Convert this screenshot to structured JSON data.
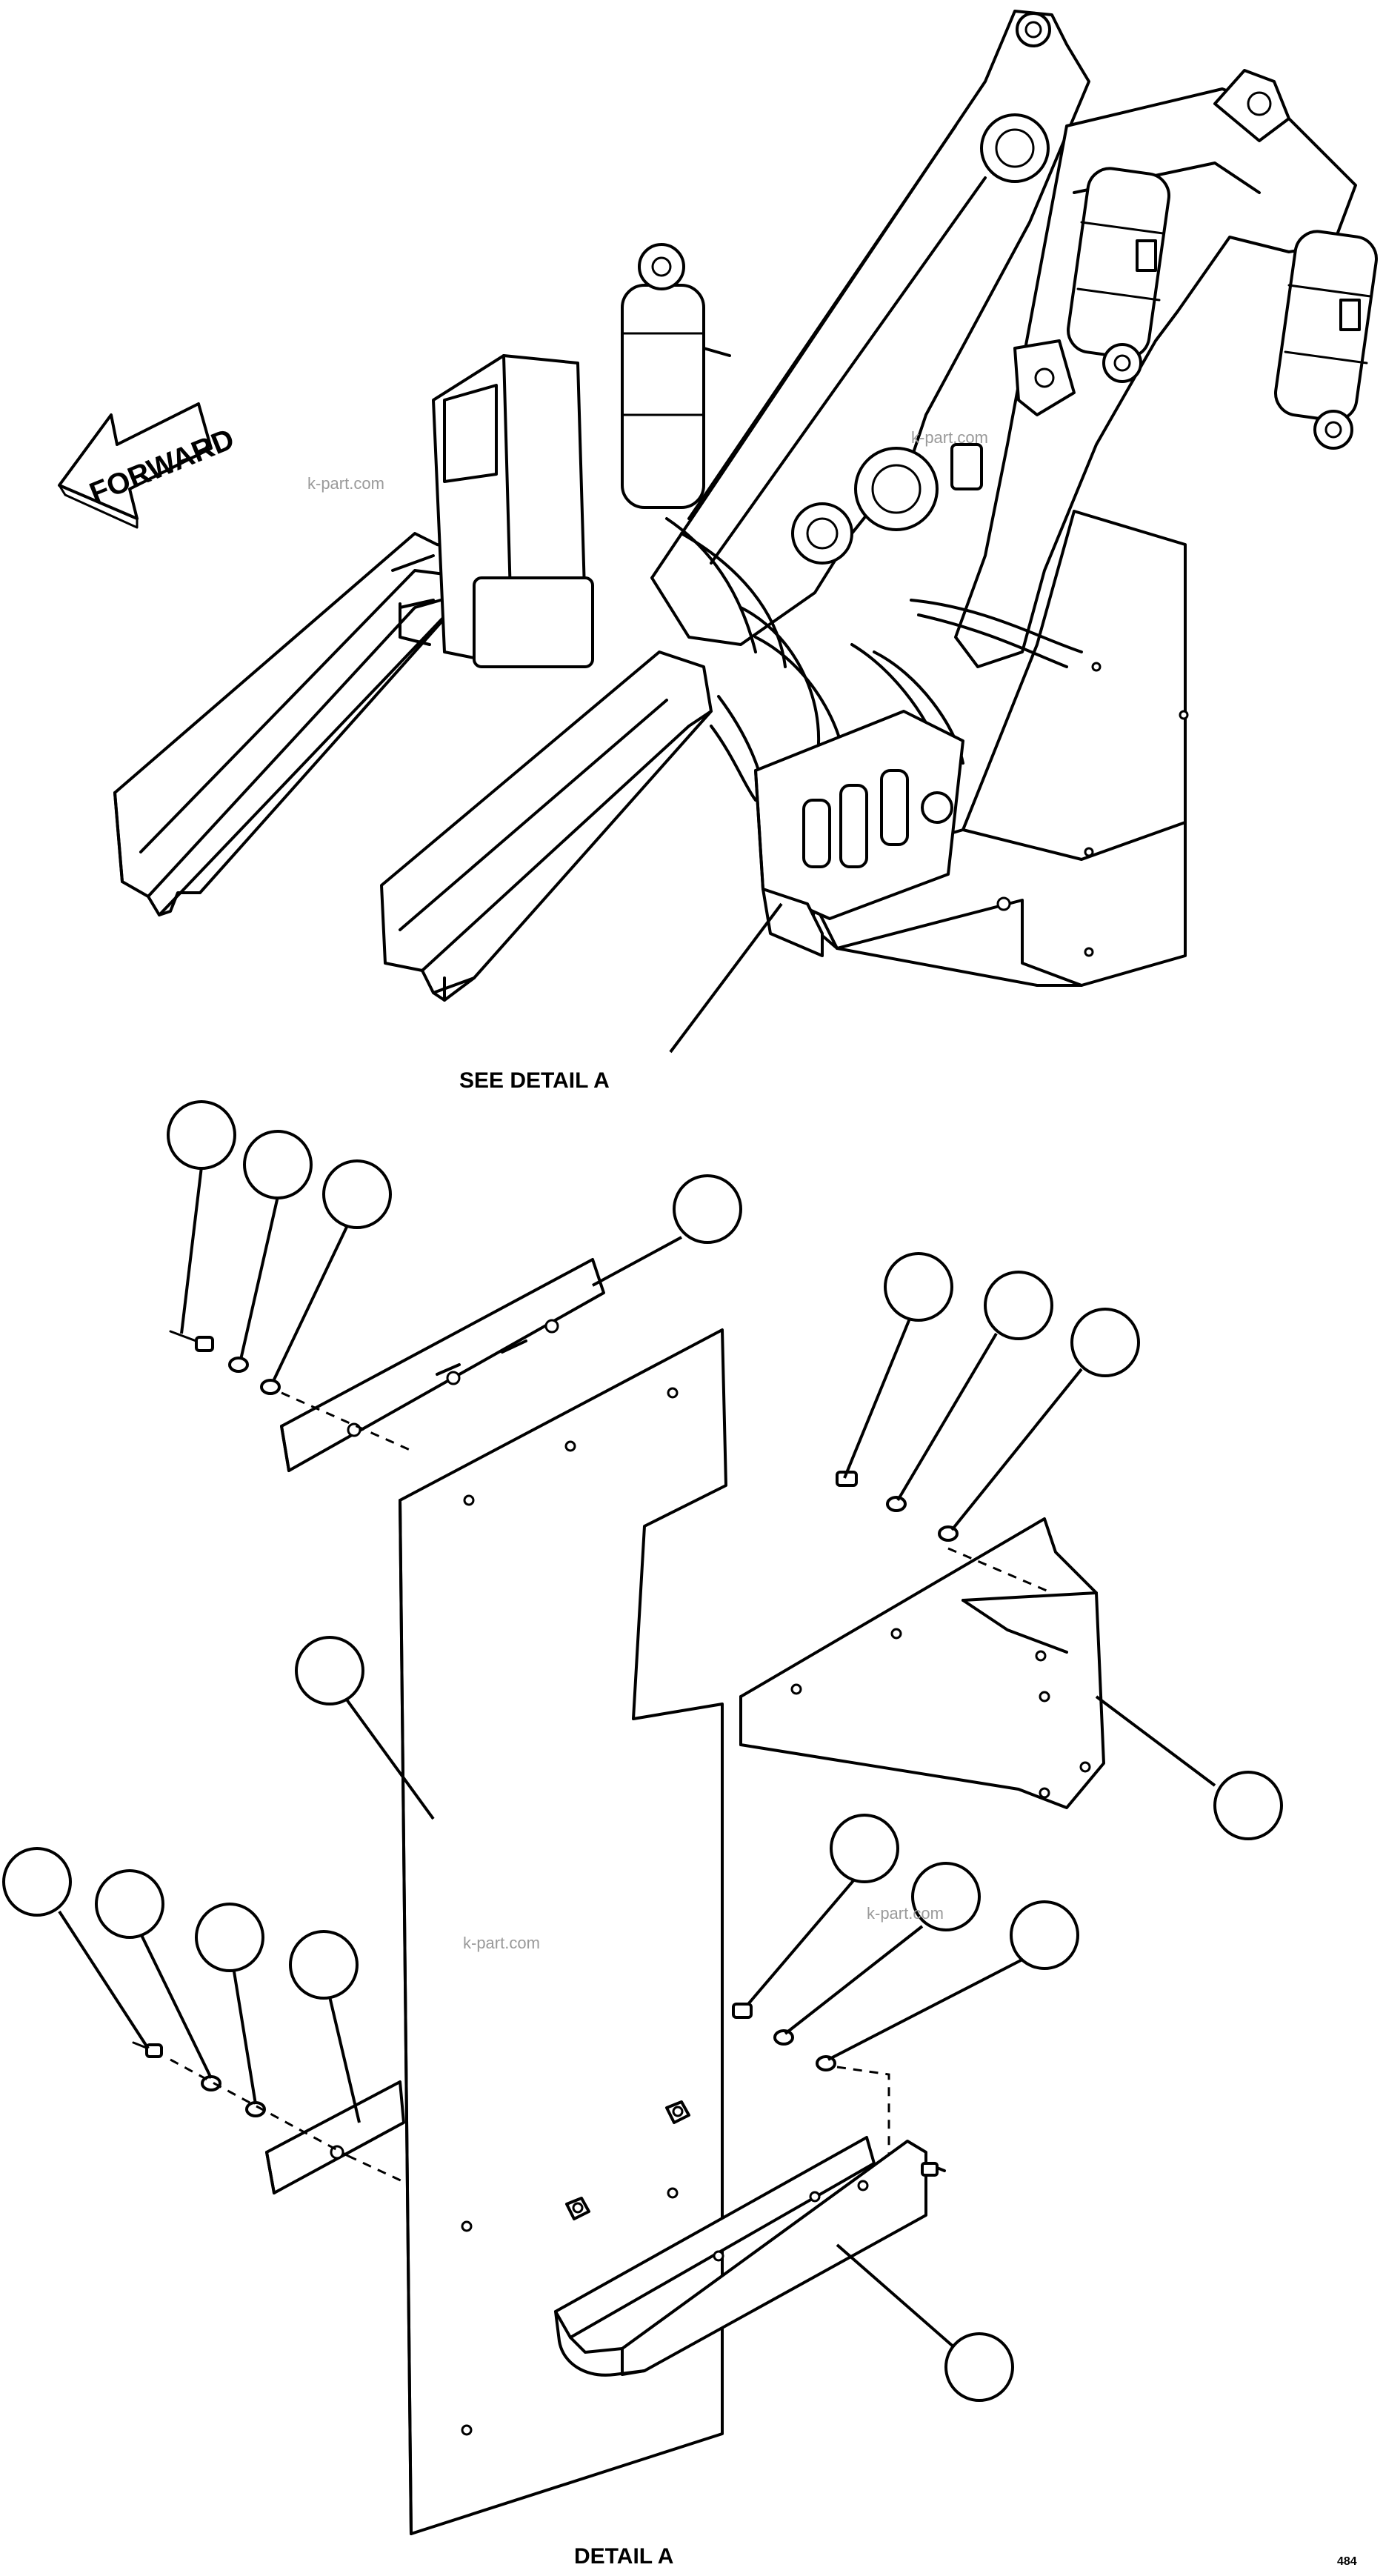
{
  "labels": {
    "forward": "FORWARD",
    "see_detail": "SEE DETAIL A",
    "detail_title": "DETAIL A",
    "page_code": "484"
  },
  "watermark": "k-part.com"
}
